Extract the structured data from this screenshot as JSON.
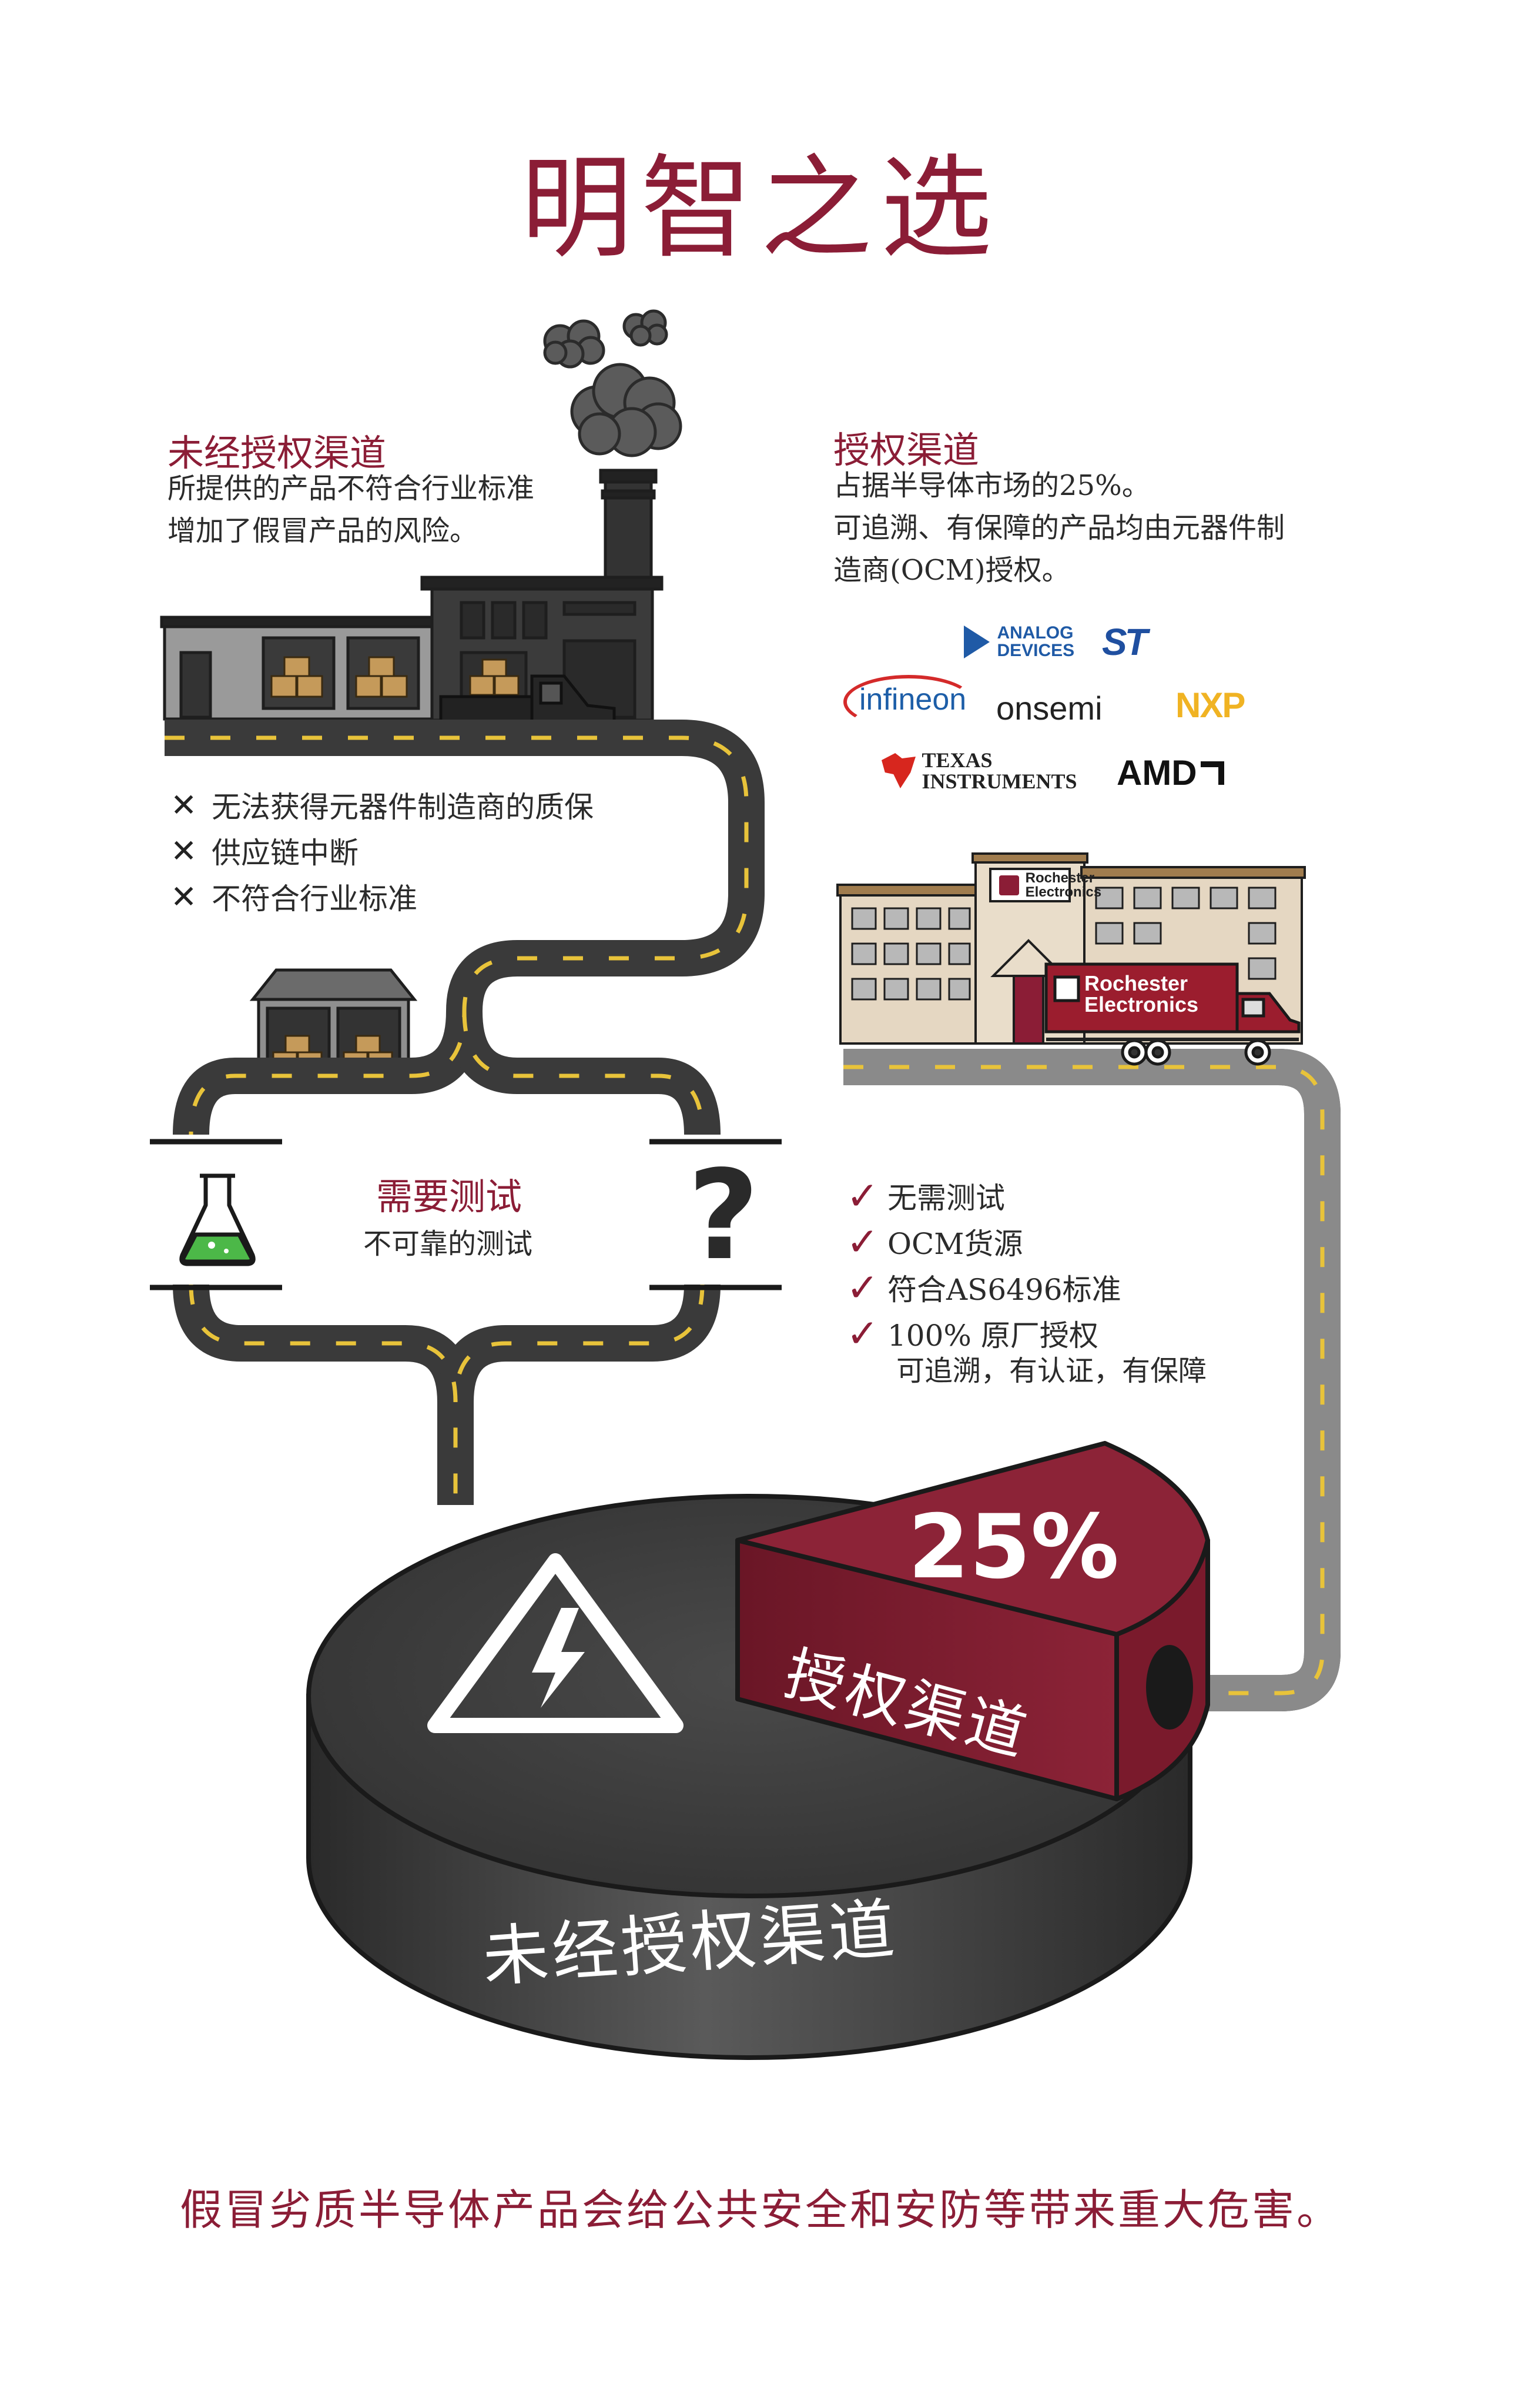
{
  "title": "明智之选",
  "unauthorized": {
    "heading": "未经授权渠道",
    "desc_line1": "所提供的产品不符合行业标准",
    "desc_line2": "增加了假冒产品的风险。",
    "issues": [
      "无法获得元器件制造商的质保",
      "供应链中断",
      "不符合行业标准"
    ],
    "issue_icon": "x-mark-icon"
  },
  "authorized": {
    "heading": "授权渠道",
    "desc_line1": "占据半导体市场的25%。",
    "desc_line2": "可追溯、有保障的产品均由元器件制",
    "desc_line3": "造商(OCM)授权。",
    "benefits": [
      "无需测试",
      "OCM货源",
      "符合AS6496标准",
      "100% 原厂授权"
    ],
    "benefit_sub": "可追溯，有认证，有保障",
    "benefit_icon": "checkmark-icon"
  },
  "brands": {
    "analog_line1": "ANALOG",
    "analog_line2": "DEVICES",
    "st": "ST",
    "infineon": "infineon",
    "onsemi": "onsemi",
    "nxp": "NXP",
    "ti_line1": "TEXAS",
    "ti_line2": "INSTRUMENTS",
    "amd": "AMD"
  },
  "rochester": {
    "building_sign_line1": "Rochester",
    "building_sign_line2": "Electronics",
    "truck_line1": "Rochester",
    "truck_line2": "Electronics"
  },
  "testing": {
    "heading": "需要测试",
    "sub": "不可靠的测试",
    "question": "?",
    "flask_icon": "flask-icon"
  },
  "pie": {
    "authorized_percent": 25,
    "authorized_percent_text": "25%",
    "authorized_label": "授权渠道",
    "unauthorized_label": "未经授权渠道",
    "warning_icon": "high-voltage-warning-icon"
  },
  "footer": "假冒劣质半导体产品会给公共安全和安防等带来重大危害。",
  "colors": {
    "brand_red": "#8b1d36",
    "road": "#3a3a3a",
    "road_dash": "#f2c94c",
    "pie_dark": "#444444",
    "pie_red": "#7a1a2c"
  }
}
